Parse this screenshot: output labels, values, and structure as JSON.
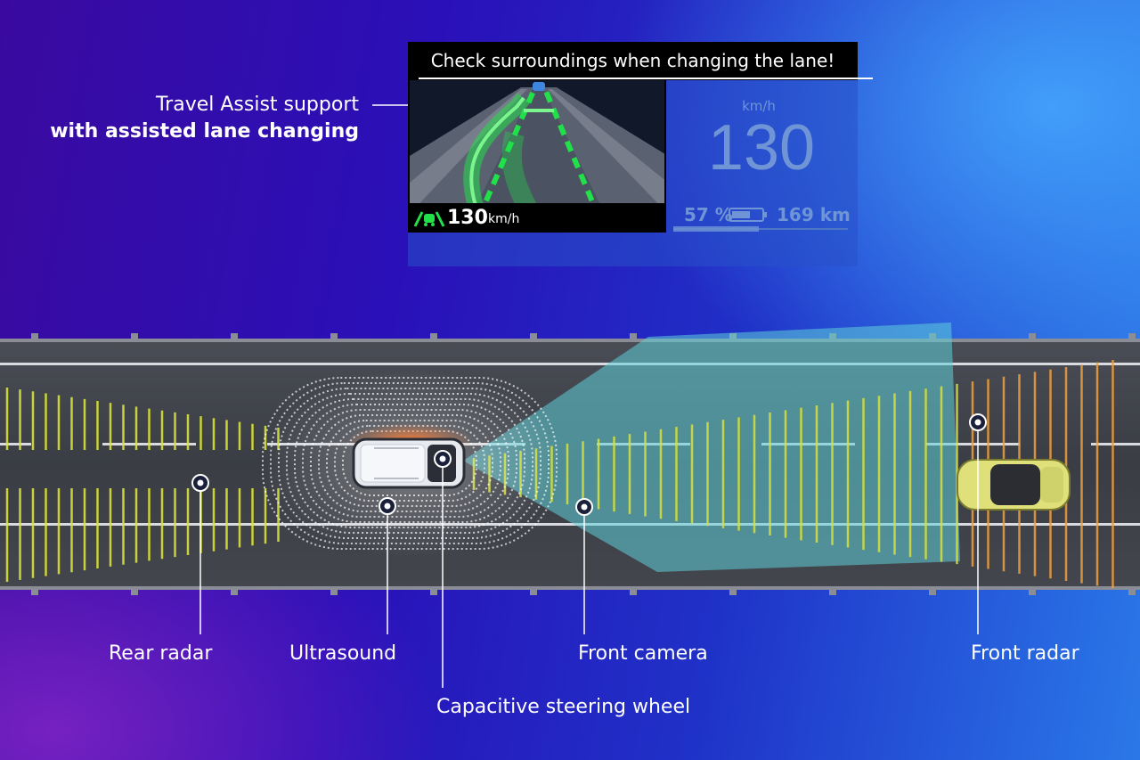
{
  "dashboard": {
    "banner": "Check surroundings when changing the lane!",
    "nav_speed": "130",
    "nav_speed_unit": "km/h",
    "speed_unit": "km/h",
    "speed": "130",
    "battery": "57 %",
    "range": "169 km"
  },
  "title": {
    "line1": "Travel Assist support",
    "line2": "with assisted lane changing"
  },
  "sensors": {
    "rear_radar": "Rear radar",
    "ultrasound": "Ultrasound",
    "front_camera": "Front camera",
    "steering_wheel": "Capacitive steering wheel",
    "front_radar": "Front radar"
  },
  "colors": {
    "radar": "#d8e23a",
    "camera": "#5fd0d8",
    "lane_guide": "#22e04a",
    "ego_car": "#e8ecf2",
    "other_car": "#dfe07a"
  }
}
